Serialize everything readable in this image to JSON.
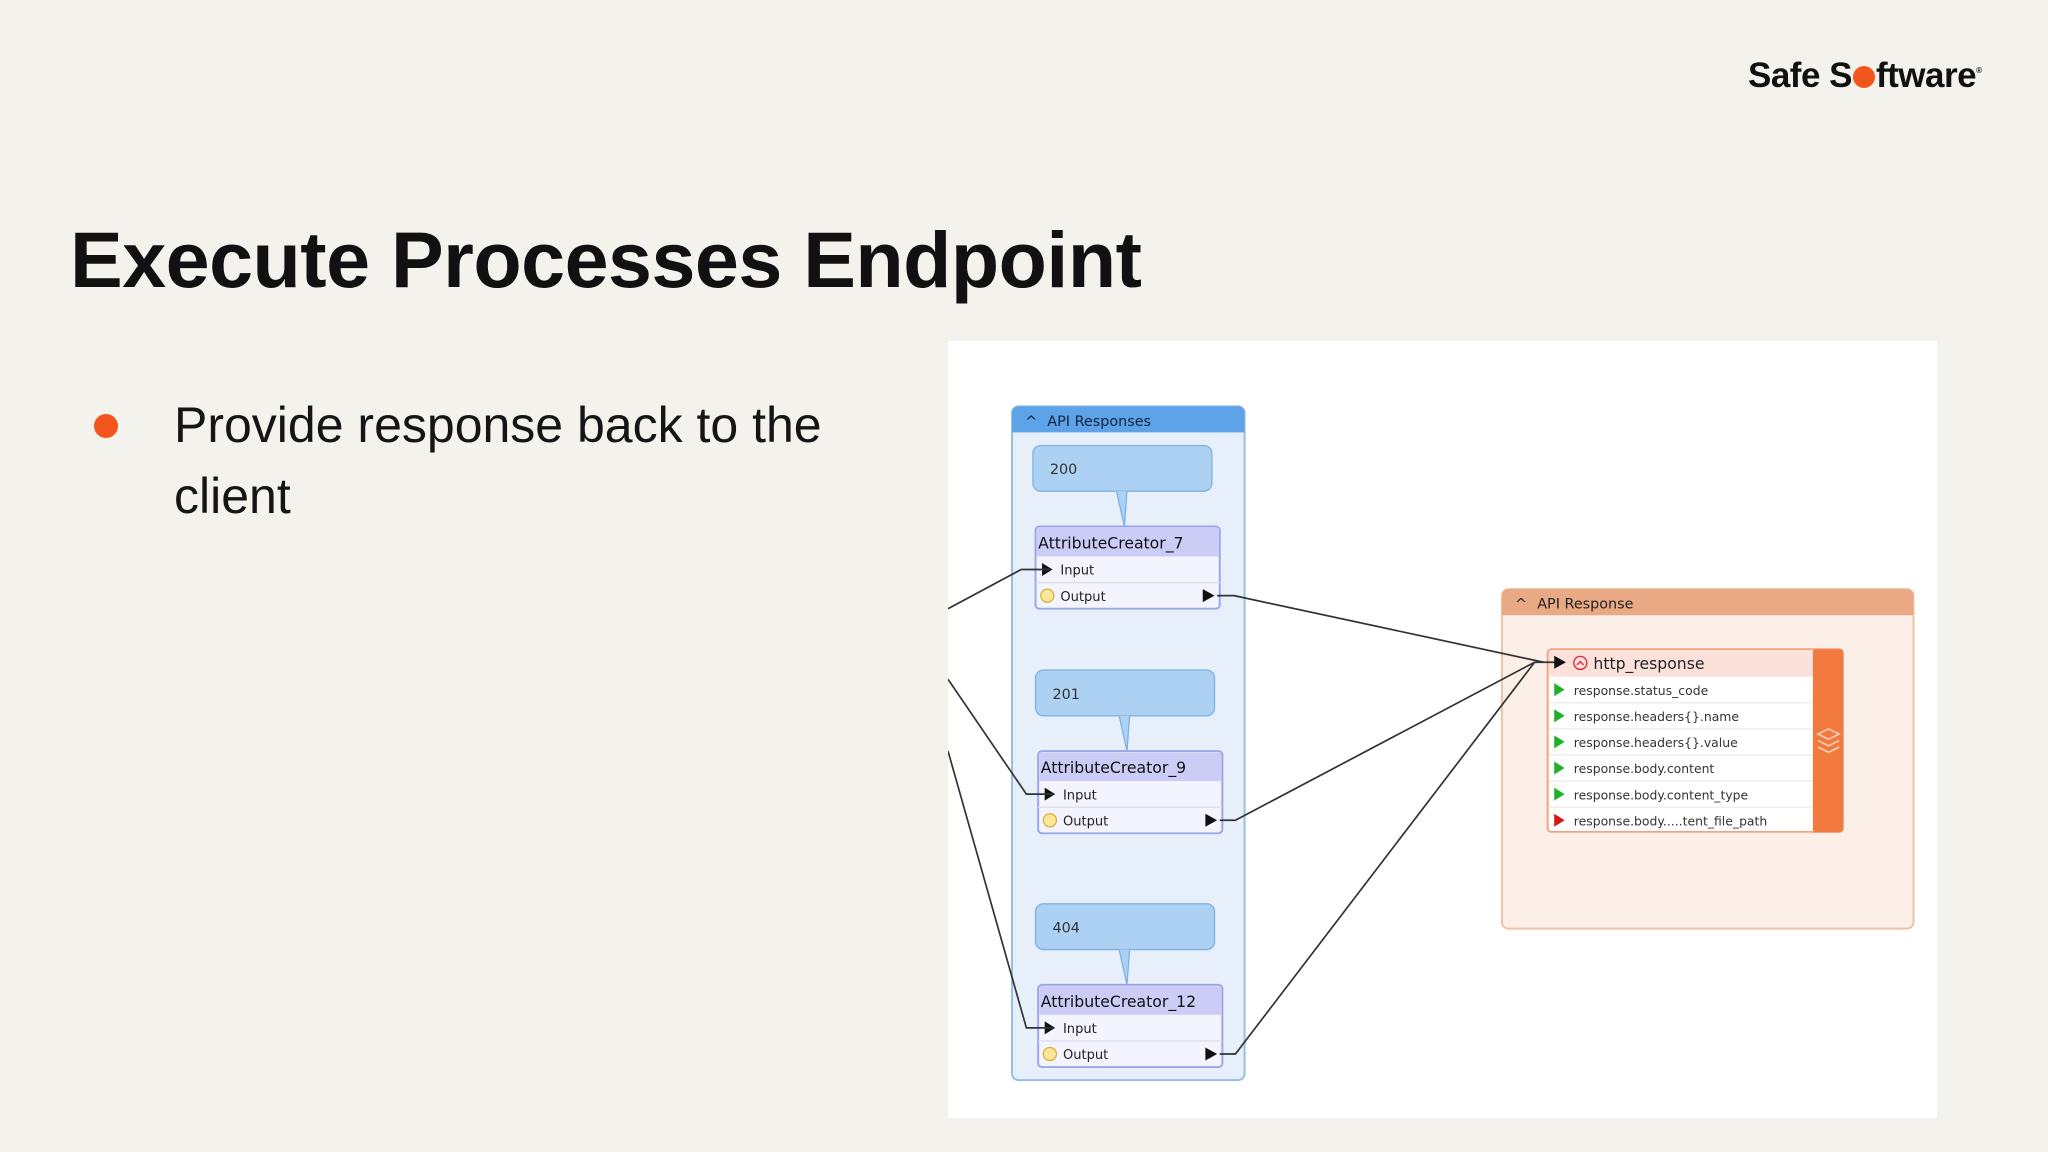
{
  "logo": {
    "text_before": "Safe S",
    "text_after": "ftware",
    "full_text": "Safe Software",
    "accent": "#f2561d"
  },
  "slide": {
    "title": "Execute Processes Endpoint",
    "bullets": [
      {
        "text": "Provide response back to the client"
      }
    ]
  },
  "workspace": {
    "group_left": {
      "title": "API Responses",
      "annotations": [
        "200",
        "201",
        "404"
      ],
      "transformers": [
        {
          "name": "AttributeCreator_7",
          "input": "Input",
          "output": "Output"
        },
        {
          "name": "AttributeCreator_9",
          "input": "Input",
          "output": "Output"
        },
        {
          "name": "AttributeCreator_12",
          "input": "Input",
          "output": "Output"
        }
      ],
      "color": "#5aa0e6"
    },
    "group_right": {
      "title": "API Response",
      "writer": {
        "name": "http_response",
        "attributes": [
          {
            "name": "response.status_code",
            "status": "green"
          },
          {
            "name": "response.headers{}.name",
            "status": "green"
          },
          {
            "name": "response.headers{}.value",
            "status": "green"
          },
          {
            "name": "response.body.content",
            "status": "green"
          },
          {
            "name": "response.body.content_type",
            "status": "green"
          },
          {
            "name": "response.body.....tent_file_path",
            "status": "red"
          }
        ]
      },
      "color": "#e8a882"
    }
  }
}
